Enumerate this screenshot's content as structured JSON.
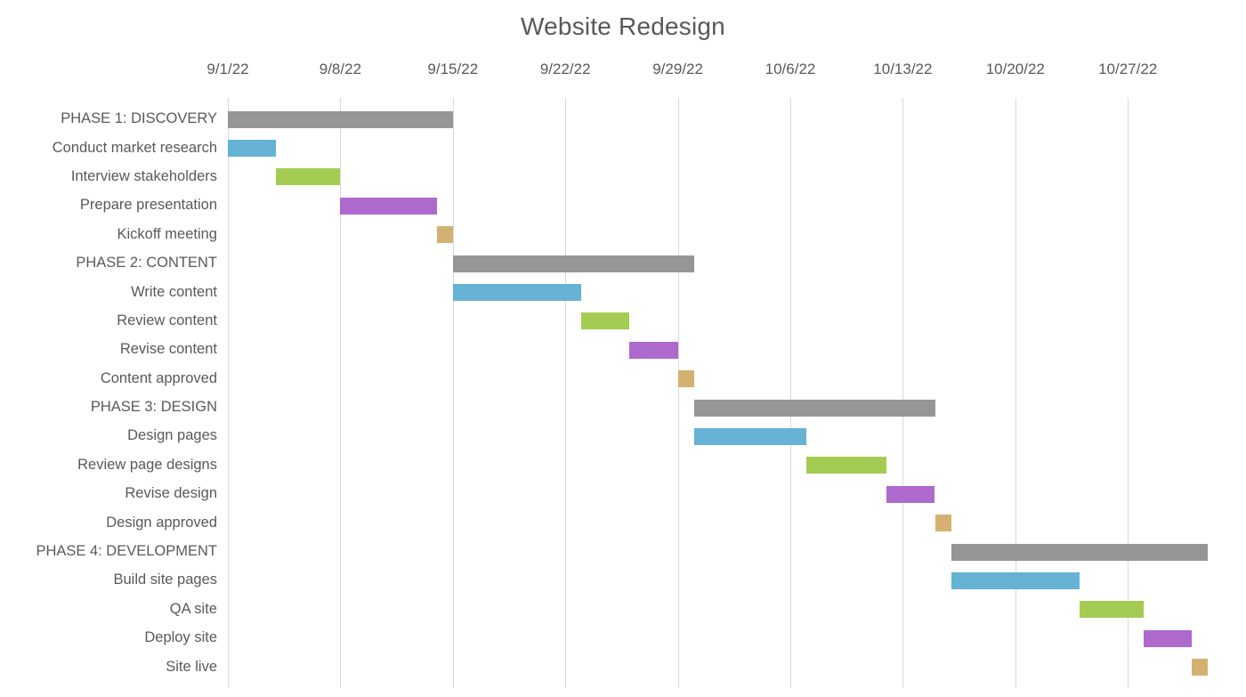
{
  "chart_title": "Website Redesign",
  "chart_data": {
    "type": "bar",
    "subtype": "gantt",
    "title": "Website Redesign",
    "xlabel": "",
    "ylabel": "",
    "grid": true,
    "legend": "none",
    "x_axis": {
      "type": "date",
      "tick_labels": [
        "9/1/22",
        "9/8/22",
        "9/15/22",
        "9/22/22",
        "9/29/22",
        "10/6/22",
        "10/13/22",
        "10/20/22",
        "10/27/22"
      ],
      "tick_dates": [
        "2022-09-01",
        "2022-09-08",
        "2022-09-15",
        "2022-09-22",
        "2022-09-29",
        "2022-10-06",
        "2022-10-13",
        "2022-10-20",
        "2022-10-27"
      ],
      "range_start": "2022-09-01",
      "range_end": "2022-11-01",
      "tick_interval_days": 7,
      "position": "top"
    },
    "colors": {
      "phase": "#969696",
      "blue": "#66b2d4",
      "green": "#a5cc52",
      "purple": "#ad69cc",
      "tan": "#d4b171",
      "gridline": "#d9d9d9",
      "text": "#595959",
      "background": "#ffffff"
    },
    "categories": [
      "PHASE 1: DISCOVERY",
      "Conduct market research",
      "Interview stakeholders",
      "Prepare presentation",
      "Kickoff meeting",
      "PHASE 2: CONTENT",
      "Write content",
      "Review content",
      "Revise content",
      "Content approved",
      "PHASE 3: DESIGN",
      "Design pages",
      "Review page designs",
      "Revise design",
      "Design approved",
      "PHASE 4: DEVELOPMENT",
      "Build site pages",
      "QA site",
      "Deploy site",
      "Site live"
    ],
    "tasks": [
      {
        "label": "PHASE 1: DISCOVERY",
        "start": "2022-09-01",
        "end": "2022-09-15",
        "duration_days": 14,
        "color": "#969696",
        "kind": "phase"
      },
      {
        "label": "Conduct market research",
        "start": "2022-09-01",
        "end": "2022-09-04",
        "duration_days": 3,
        "color": "#66b2d4",
        "kind": "task"
      },
      {
        "label": "Interview stakeholders",
        "start": "2022-09-04",
        "end": "2022-09-08",
        "duration_days": 4,
        "color": "#a5cc52",
        "kind": "task"
      },
      {
        "label": "Prepare presentation",
        "start": "2022-09-08",
        "end": "2022-09-14",
        "duration_days": 6,
        "color": "#ad69cc",
        "kind": "task"
      },
      {
        "label": "Kickoff meeting",
        "start": "2022-09-14",
        "end": "2022-09-15",
        "duration_days": 1,
        "color": "#d4b171",
        "kind": "milestone"
      },
      {
        "label": "PHASE 2: CONTENT",
        "start": "2022-09-15",
        "end": "2022-09-30",
        "duration_days": 15,
        "color": "#969696",
        "kind": "phase"
      },
      {
        "label": "Write content",
        "start": "2022-09-15",
        "end": "2022-09-23",
        "duration_days": 8,
        "color": "#66b2d4",
        "kind": "task"
      },
      {
        "label": "Review content",
        "start": "2022-09-23",
        "end": "2022-09-26",
        "duration_days": 3,
        "color": "#a5cc52",
        "kind": "task"
      },
      {
        "label": "Revise content",
        "start": "2022-09-26",
        "end": "2022-09-29",
        "duration_days": 3,
        "color": "#ad69cc",
        "kind": "task"
      },
      {
        "label": "Content approved",
        "start": "2022-09-29",
        "end": "2022-09-30",
        "duration_days": 1,
        "color": "#d4b171",
        "kind": "milestone"
      },
      {
        "label": "PHASE 3: DESIGN",
        "start": "2022-09-30",
        "end": "2022-10-15",
        "duration_days": 15,
        "color": "#969696",
        "kind": "phase"
      },
      {
        "label": "Design pages",
        "start": "2022-09-30",
        "end": "2022-10-07",
        "duration_days": 7,
        "color": "#66b2d4",
        "kind": "task"
      },
      {
        "label": "Review page designs",
        "start": "2022-10-07",
        "end": "2022-10-12",
        "duration_days": 5,
        "color": "#a5cc52",
        "kind": "task"
      },
      {
        "label": "Revise design",
        "start": "2022-10-12",
        "end": "2022-10-15",
        "duration_days": 3,
        "color": "#ad69cc",
        "kind": "task"
      },
      {
        "label": "Design approved",
        "start": "2022-10-15",
        "end": "2022-10-16",
        "duration_days": 1,
        "color": "#d4b171",
        "kind": "milestone"
      },
      {
        "label": "PHASE 4: DEVELOPMENT",
        "start": "2022-10-16",
        "end": "2022-11-01",
        "duration_days": 16,
        "color": "#969696",
        "kind": "phase"
      },
      {
        "label": "Build site pages",
        "start": "2022-10-16",
        "end": "2022-10-24",
        "duration_days": 8,
        "color": "#66b2d4",
        "kind": "task"
      },
      {
        "label": "QA site",
        "start": "2022-10-24",
        "end": "2022-10-28",
        "duration_days": 4,
        "color": "#a5cc52",
        "kind": "task"
      },
      {
        "label": "Deploy site",
        "start": "2022-10-28",
        "end": "2022-10-31",
        "duration_days": 3,
        "color": "#ad69cc",
        "kind": "task"
      },
      {
        "label": "Site live",
        "start": "2022-10-31",
        "end": "2022-11-01",
        "duration_days": 1,
        "color": "#d4b171",
        "kind": "milestone"
      }
    ]
  }
}
